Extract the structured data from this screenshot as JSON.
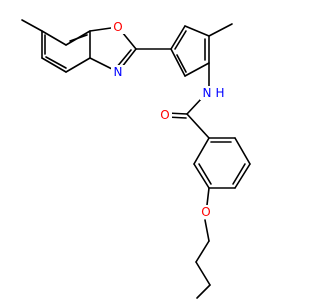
{
  "molecule": {
    "atom_labels": [
      {
        "id": "O_oxazole",
        "text": "O",
        "color": "#ff0000"
      },
      {
        "id": "N_oxazole",
        "text": "N",
        "color": "#0000ff"
      },
      {
        "id": "N_amide",
        "text": "N",
        "color": "#0000ff"
      },
      {
        "id": "H_amide",
        "text": "H",
        "color": "#0000ff"
      },
      {
        "id": "O_carbonyl",
        "text": "O",
        "color": "#ff0000"
      },
      {
        "id": "O_ether",
        "text": "O",
        "color": "#ff0000"
      }
    ]
  }
}
